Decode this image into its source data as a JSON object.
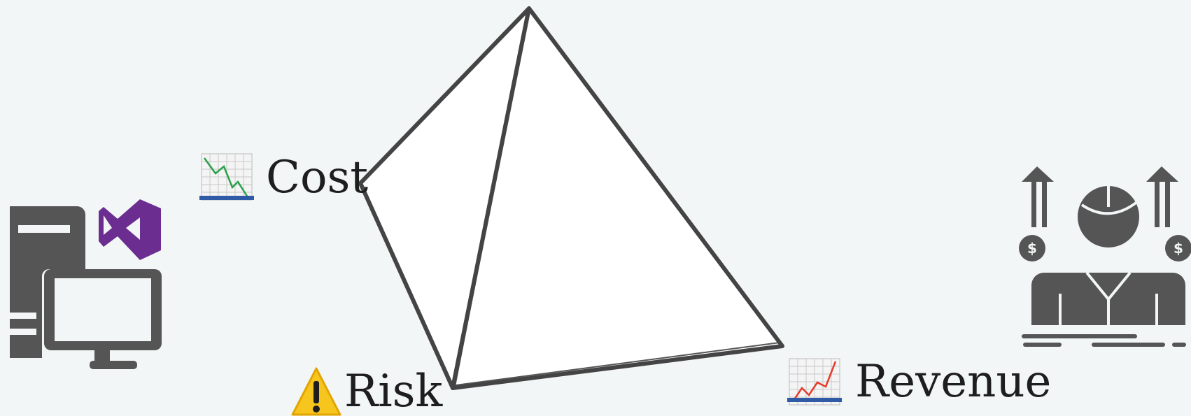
{
  "diagram": {
    "labels": {
      "cost": "Cost",
      "risk": "Risk",
      "revenue": "Revenue"
    },
    "icons": {
      "cost": "chart-decreasing-icon",
      "risk": "warning-icon",
      "revenue": "chart-increasing-icon",
      "left": "developer-computer-visual-studio-icon",
      "right": "businessman-growth-icon"
    },
    "colors": {
      "background": "#f2f6f7",
      "stroke": "#444444",
      "face": "#ffffff",
      "vs_purple": "#6b2d8f",
      "icon_gray": "#555555",
      "down_line": "#2aa14a",
      "up_line": "#e53b2c",
      "chart_base": "#2e5aa6",
      "warning_yellow": "#f7c61e"
    }
  }
}
